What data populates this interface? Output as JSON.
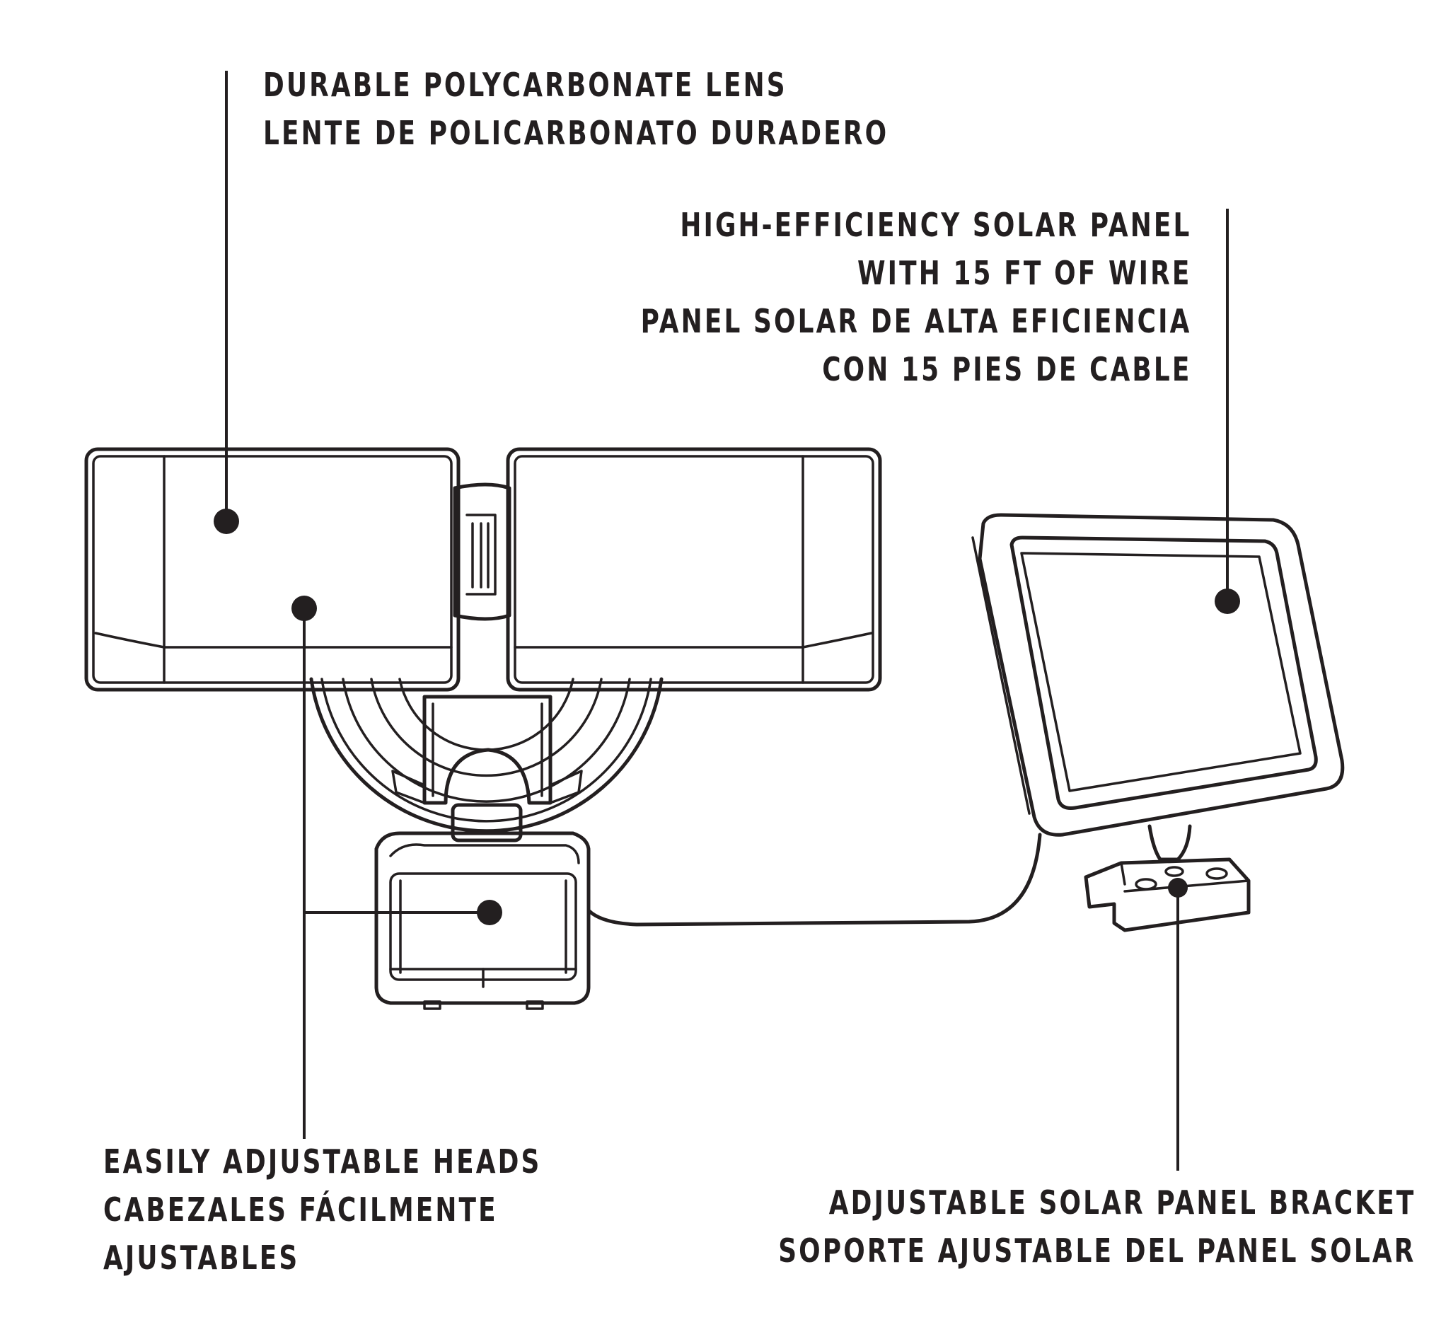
{
  "colors": {
    "ink": "#231f20",
    "background": "#ffffff"
  },
  "callouts": {
    "lens": {
      "line1": "DURABLE POLYCARBONATE LENS",
      "line2": "LENTE DE POLICARBONATO DURADERO"
    },
    "solar_panel": {
      "line1": "HIGH-EFFICIENCY SOLAR PANEL",
      "line2": "WITH 15 FT OF WIRE",
      "line3": "PANEL SOLAR DE ALTA EFICIENCIA",
      "line4": "CON 15 PIES DE CABLE"
    },
    "heads": {
      "line1": "EASILY ADJUSTABLE HEADS",
      "line2": "CABEZALES FÁCILMENTE",
      "line3": "AJUSTABLES"
    },
    "bracket": {
      "line1": "ADJUSTABLE SOLAR PANEL BRACKET",
      "line2": "SOPORTE AJUSTABLE DEL PANEL SOLAR"
    }
  }
}
